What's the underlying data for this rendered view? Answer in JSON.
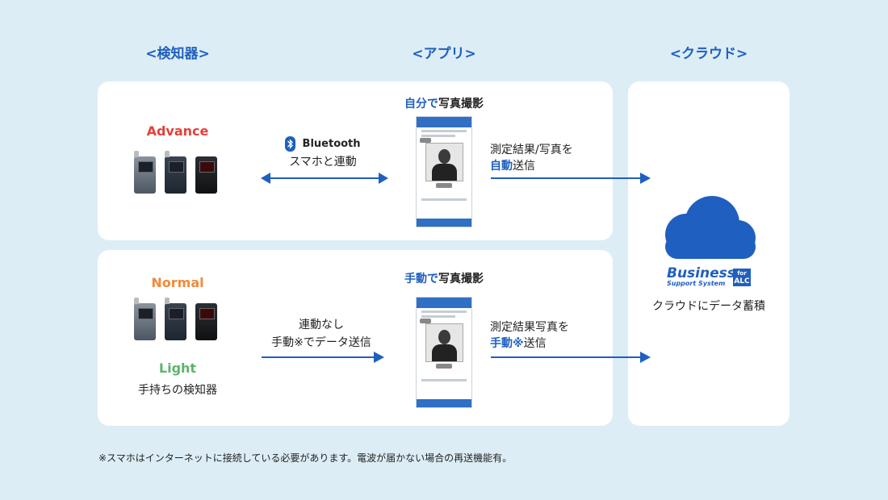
{
  "headings": {
    "detector": "<検知器>",
    "app": "<アプリ>",
    "cloud": "<クラウド>"
  },
  "top": {
    "device_label": "Advance",
    "bluetooth_label": "Bluetooth",
    "link_text": "スマホと連動",
    "photo_prefix": "自分で",
    "photo_suffix": "写真撮影",
    "send_line1": "測定結果/写真を",
    "send_auto": "自動",
    "send_tail": "送信"
  },
  "bottom": {
    "normal_label": "Normal",
    "light_label": "Light",
    "own_device": "手持ちの検知器",
    "no_link": "連動なし",
    "manual_send": "手動※でデータ送信",
    "photo_prefix": "手動で",
    "photo_suffix": "写真撮影",
    "send_line1": "測定結果写真を",
    "send_manual": "手動※",
    "send_tail": "送信"
  },
  "cloud": {
    "logo_line1": "Business",
    "logo_line2": "Support System",
    "logo_tag_top": "for",
    "logo_tag_bottom": "ALC",
    "caption": "クラウドにデータ蓄積"
  },
  "footnote": "※スマホはインターネットに接続している必要があります。電波が届かない場合の再送機能有。",
  "colors": {
    "background": "#dcedf5",
    "heading": "#1f5fbf",
    "arrow": "#1f5fbf",
    "advance": "#e5403a",
    "normal": "#f08a3c",
    "light": "#5cb56b",
    "cloud": "#1f5fbf"
  },
  "icons": [
    "bluetooth-icon",
    "cloud-icon",
    "smartphone-icon",
    "breathalyzer-icon"
  ]
}
